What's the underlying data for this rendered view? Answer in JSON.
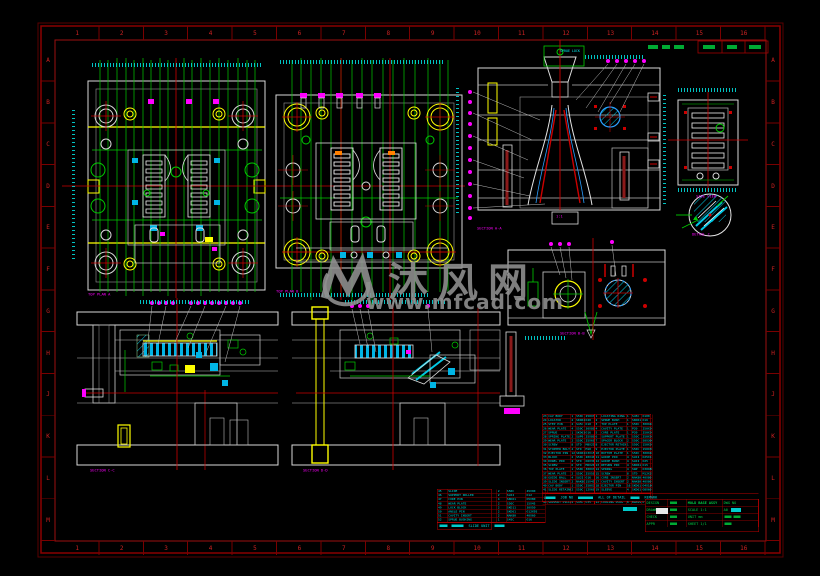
{
  "palette": {
    "bg": "#000000",
    "frame": "#7a0000",
    "ruler_num": "#c22222",
    "green": "#00cc00",
    "cyan": "#00e5e5",
    "magenta": "#ff00ff",
    "white": "#d9d9d9",
    "yellow": "#ffff00",
    "red": "#cc0000",
    "blue": "#2a9fff"
  },
  "watermark": {
    "brand": "沐风网",
    "url": "www.mfcad.com"
  },
  "frame": {
    "cols": [
      "1",
      "2",
      "3",
      "4",
      "5",
      "6",
      "7",
      "8",
      "9",
      "10",
      "11",
      "12",
      "13",
      "14",
      "15",
      "16"
    ],
    "rows": [
      "A",
      "B",
      "C",
      "D",
      "E",
      "F",
      "G",
      "H",
      "J",
      "K",
      "L",
      "M"
    ]
  },
  "views": {
    "v1": {
      "label": "TOP PLAN A"
    },
    "v2": {
      "label": "TOP PLAN B"
    },
    "v3": {
      "label": "SECTION A-A",
      "box": "1:1",
      "sprue_note": "SPRUE LOCK"
    },
    "v4": {
      "label": "SECTION B-B"
    },
    "v5": {
      "label": "SIDE VIEW"
    },
    "v6": {
      "label": "DETAIL C"
    },
    "v7": {
      "label": "SECTION C-C"
    },
    "v8": {
      "label": "SECTION D-D"
    },
    "rod": {
      "label": "E"
    }
  },
  "bom": {
    "group_a": {
      "rows": [
        [
          "23",
          "CAV BODY",
          "1",
          "S50C",
          "250X300"
        ],
        [
          "24",
          "LOCATOR",
          "4",
          "SKD61",
          "O20"
        ],
        [
          "25",
          "STEP PIN",
          "4",
          "S45C",
          "O10"
        ],
        [
          "26",
          "WEAR PLATE",
          "4",
          "S50C",
          "30X80"
        ],
        [
          "27",
          "SPRUE",
          "1",
          "SKD61",
          "O16"
        ],
        [
          "28",
          "SPRING PLATE",
          "2",
          "SUP9",
          "25X80"
        ],
        [
          "29",
          "WEAR PLATE",
          "2",
          "S50C",
          "25X60"
        ],
        [
          "30",
          "SCREW",
          "8",
          "STD",
          "M8X25"
        ],
        [
          "31",
          "STOPPER BOLT",
          "4",
          "STD",
          "M10"
        ],
        [
          "32",
          "EJECTOR PIN",
          "12",
          "SKD61",
          "O3X150"
        ],
        [
          "33",
          "BLOCK",
          "2",
          "S50C",
          "20X40"
        ],
        [
          "34",
          "DOWEL PIN",
          "4",
          "STD",
          "O6X30"
        ],
        [
          "35",
          "SCREW",
          "6",
          "STD",
          "M6X20"
        ],
        [
          "36",
          "TOP PLATE",
          "1",
          "S50C",
          "300X350"
        ],
        [
          "37",
          "WEAR PLATE",
          "2",
          "S50C",
          "25X50"
        ],
        [
          "38",
          "GUIDE BALL",
          "4",
          "SUJ2",
          "O16"
        ],
        [
          "39",
          "SLIDE INSERT",
          "2",
          "NAK80",
          "15X45"
        ],
        [
          "40",
          "CAV BODY",
          "1",
          "S50C",
          "250X300"
        ],
        [
          "41",
          "SLIDE RETAINER",
          "2",
          "S50C",
          "12X60"
        ],
        [
          "42",
          "SPRING",
          "4",
          "SWP",
          "O18X40"
        ],
        [
          "43",
          "CAP SCREW",
          "6",
          "STD",
          "M8X30"
        ],
        [
          "44",
          "SUPPORT PILLAR",
          "4",
          "S45C",
          "O35"
        ]
      ]
    },
    "group_b": {
      "rows": [
        [
          "1",
          "LOCATING RING",
          "1",
          "S45C",
          "O100"
        ],
        [
          "2",
          "SPRUE BUSH",
          "1",
          "SKD61",
          "O16"
        ],
        [
          "3",
          "TOP PLATE",
          "1",
          "S50C",
          "300X400"
        ],
        [
          "4",
          "CAVITY PLATE",
          "1",
          "P20",
          "250X300"
        ],
        [
          "5",
          "CORE PLATE",
          "1",
          "P20",
          "250X300"
        ],
        [
          "6",
          "SUPPORT PLATE",
          "1",
          "S50C",
          "250X300"
        ],
        [
          "7",
          "SPACER BLOCK",
          "2",
          "S50C",
          "50X300"
        ],
        [
          "8",
          "EJECTOR RETAINER",
          "1",
          "S50C",
          "150X300"
        ],
        [
          "9",
          "EJECTOR PLATE",
          "1",
          "S50C",
          "150X300"
        ],
        [
          "10",
          "BOTTOM PLATE",
          "1",
          "S50C",
          "300X400"
        ],
        [
          "11",
          "GUIDE PIN",
          "4",
          "SUJ2",
          "O25X120"
        ],
        [
          "12",
          "GUIDE BUSH",
          "4",
          "SUJ2",
          "O25"
        ],
        [
          "13",
          "RETURN PIN",
          "4",
          "SKD61",
          "O15"
        ],
        [
          "14",
          "SPRING",
          "4",
          "SWP",
          "O30X80"
        ],
        [
          "15",
          "SCREW",
          "8",
          "STD",
          "M12X35"
        ],
        [
          "16",
          "CORE INSERT",
          "2",
          "NAK80",
          "40X80"
        ],
        [
          "17",
          "CAVITY INSERT",
          "2",
          "NAK80",
          "40X80"
        ],
        [
          "18",
          "EJECTOR PIN",
          "16",
          "SKD61",
          "O4X180"
        ],
        [
          "19",
          "SLEEVE",
          "4",
          "SKD61",
          "O8X60"
        ],
        [
          "20",
          "STOP PIN",
          "4",
          "S45C",
          "O12"
        ],
        [
          "21",
          "SUPPORT PILLAR",
          "4",
          "S45C",
          "O40"
        ],
        [
          "22",
          "COOLING PLUG",
          "8",
          "BRASS",
          "PT1/8"
        ]
      ]
    },
    "footer_a": {
      "left": "JOB NO",
      "center": "ALL OF DETAIL",
      "right": "REMARK"
    },
    "slide_table": {
      "rows": [
        [
          "45",
          "SLIDE",
          "2",
          "S50C",
          "45X90"
        ],
        [
          "46",
          "SUPPORT ROLLER",
          "2",
          "SUJ2",
          "O12"
        ],
        [
          "47",
          "CORE PIN",
          "4",
          "SKD61",
          "O5X80"
        ],
        [
          "48",
          "WEAR PLATE",
          "2",
          "S50C",
          "15X45"
        ],
        [
          "49",
          "LOCK BLOCK",
          "2",
          "SKD11",
          "30X50"
        ],
        [
          "50",
          "ANGLE PIN",
          "2",
          "SKD61",
          "O12X95"
        ],
        [
          "51",
          "CAVITY INSERT",
          "2",
          "NAK80",
          "40X60"
        ],
        [
          "52",
          "SPRUE BUSHING",
          "1",
          "S45C",
          "O16"
        ]
      ],
      "footer": "SLIDE UNIT"
    }
  },
  "title_block": {
    "design": "DESIGN",
    "drawn": "DRAWN",
    "check": "CHECK",
    "appr": "APPR",
    "title": "MOLD BASE ASSY",
    "scale": "SCALE 1:1",
    "unit": "UNIT mm",
    "sheet": "SHEET 1/1",
    "dwg": "DWG NO",
    "rev": "A0"
  }
}
